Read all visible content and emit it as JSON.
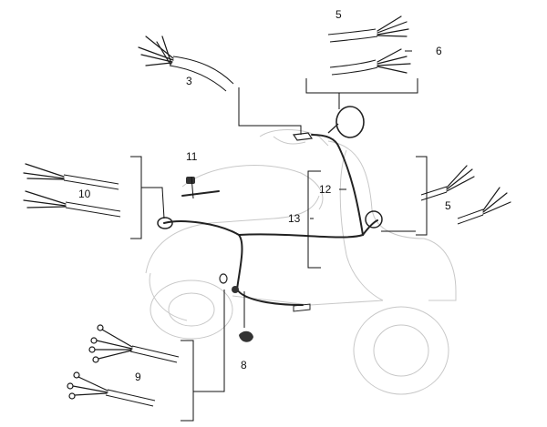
{
  "diagram": {
    "callouts": {
      "c3": "3",
      "c5_top": "5",
      "c6": "6",
      "c11": "11",
      "c10": "10",
      "c12": "12",
      "c13": "13",
      "c5_right": "5",
      "c9": "9",
      "c8": "8"
    }
  }
}
